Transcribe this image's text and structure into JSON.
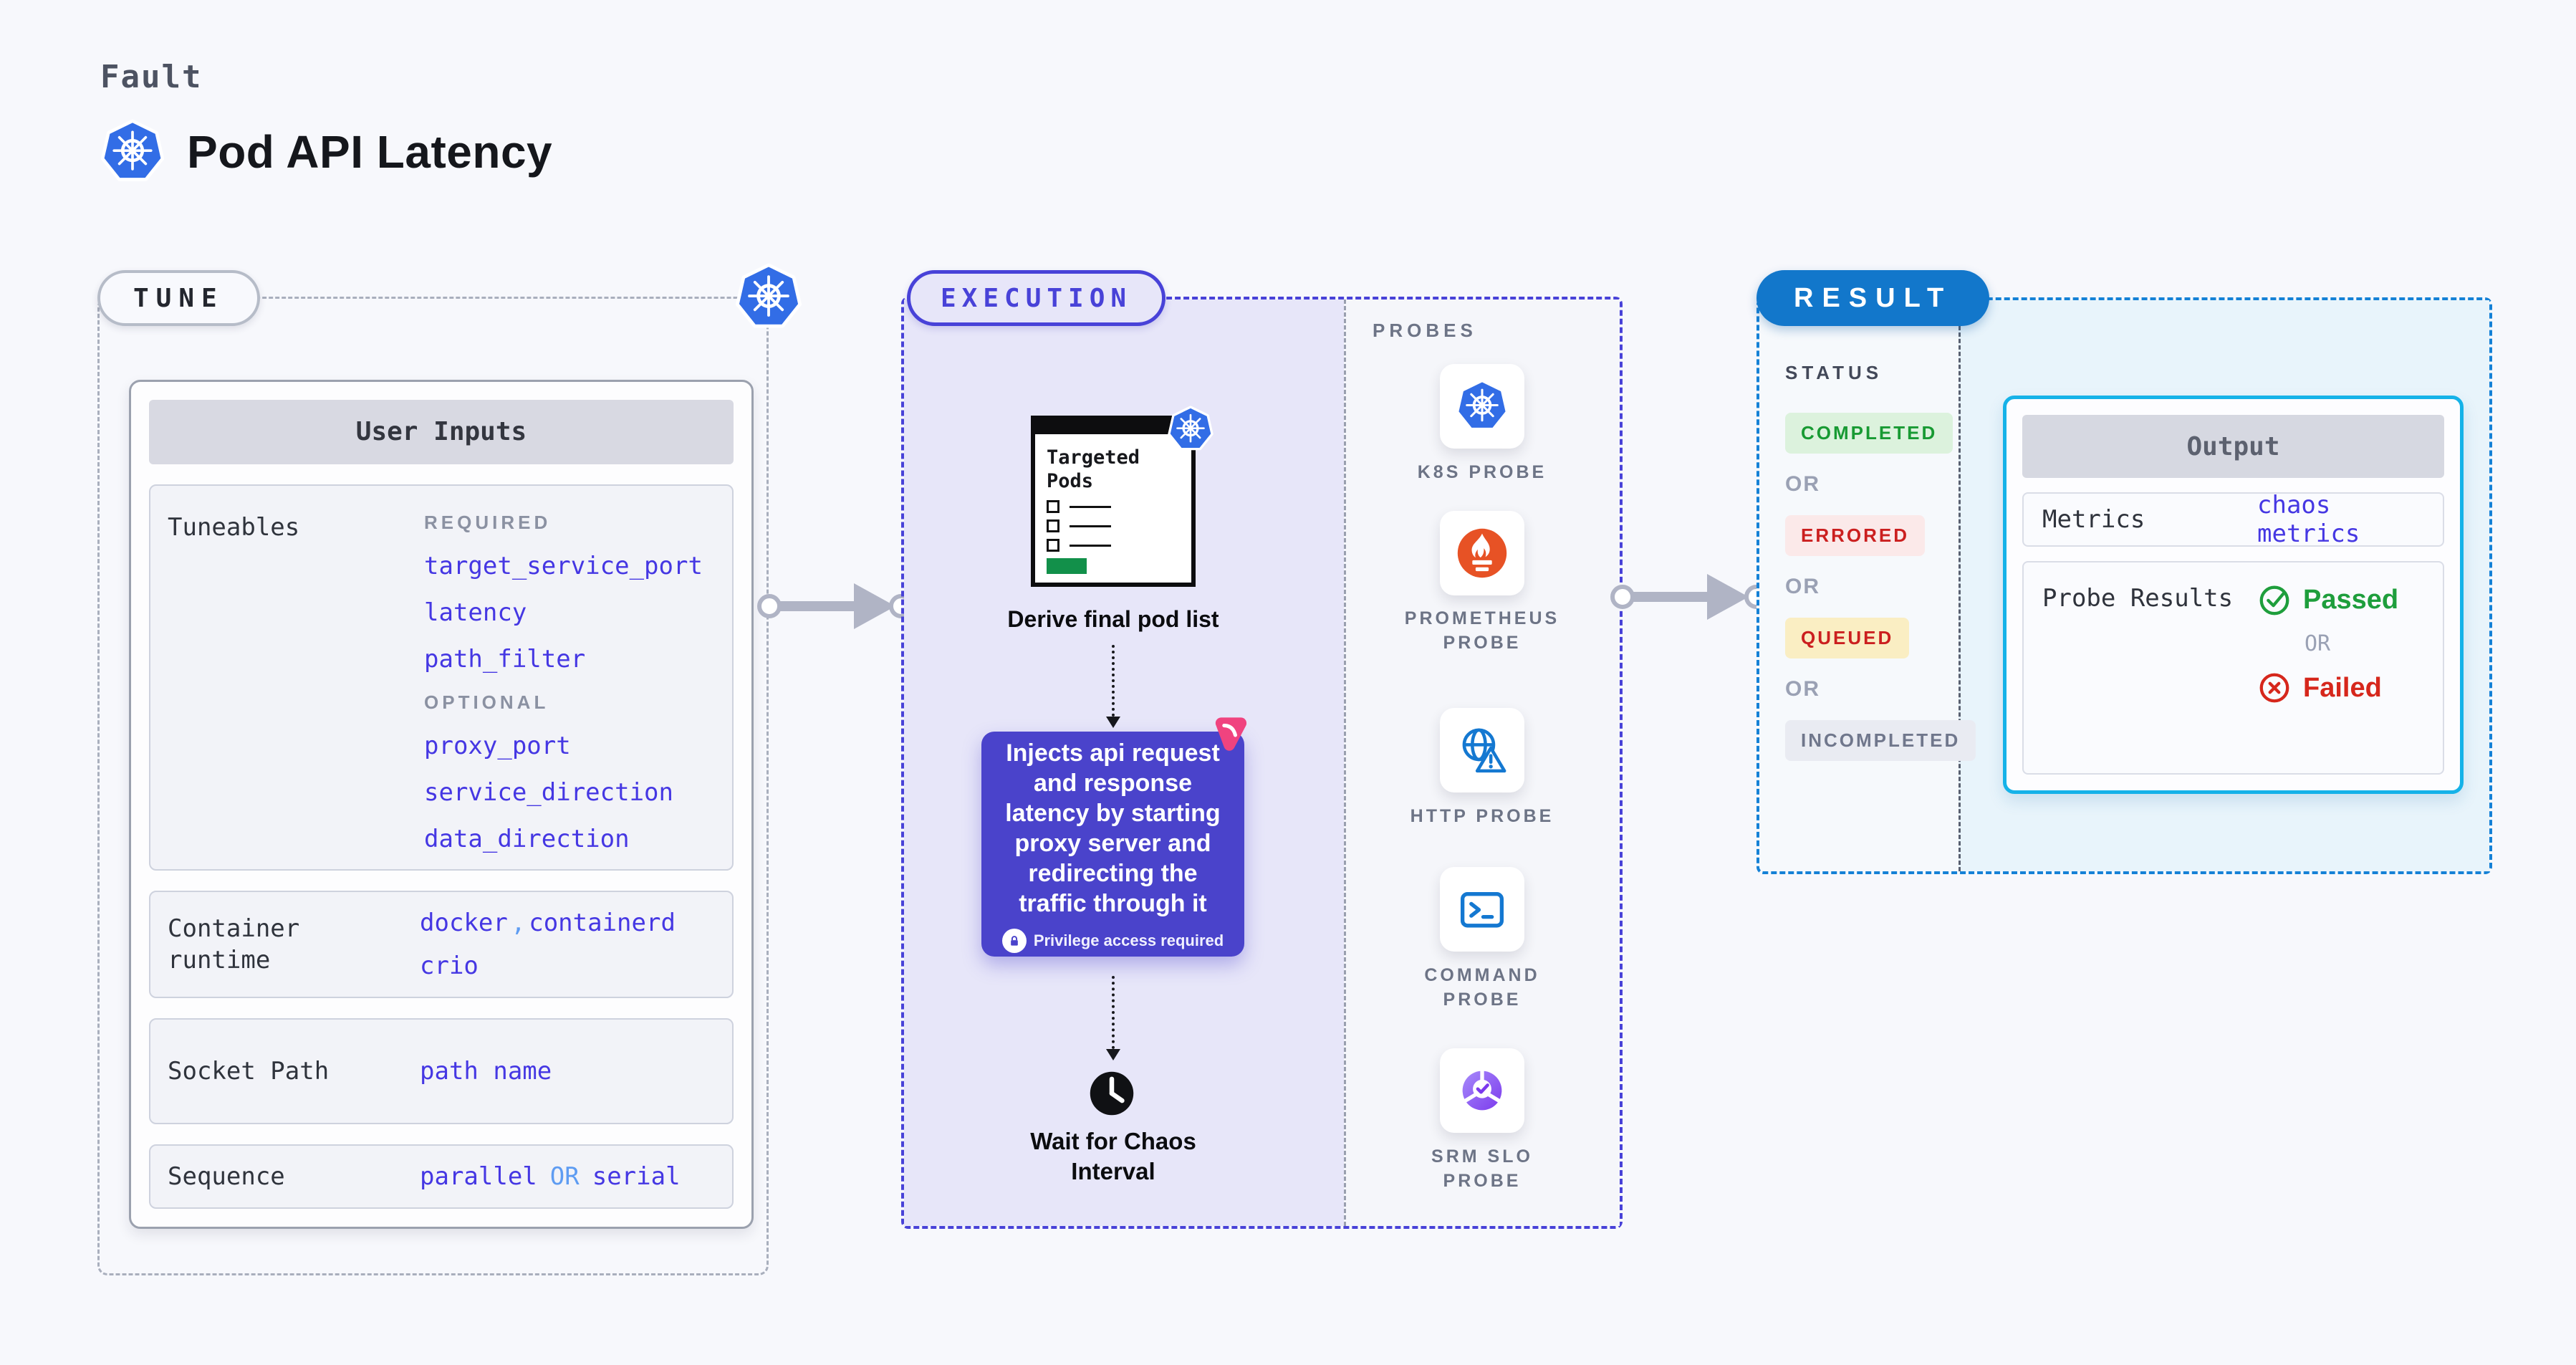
{
  "header": {
    "eyebrow": "Fault",
    "title": "Pod API Latency",
    "icon": "kubernetes-icon"
  },
  "tune": {
    "label": "TUNE",
    "user_inputs": {
      "title": "User Inputs",
      "tuneables": {
        "label": "Tuneables",
        "required_heading": "REQUIRED",
        "required": [
          "target_service_port",
          "latency",
          "path_filter"
        ],
        "optional_heading": "OPTIONAL",
        "optional": [
          "proxy_port",
          "service_direction",
          "data_direction"
        ]
      },
      "container_runtime": {
        "label": "Container runtime",
        "value1": "docker",
        "separator": ",",
        "value2": "containerd",
        "value3": "crio"
      },
      "socket_path": {
        "label": "Socket Path",
        "value": "path name"
      },
      "sequence": {
        "label": "Sequence",
        "value_a": "parallel",
        "or": "OR",
        "value_b": "serial"
      }
    }
  },
  "execution": {
    "label": "EXECUTION",
    "pods_card": {
      "title": "Targeted Pods",
      "icon": "kubernetes-icon"
    },
    "derive_label": "Derive final pod list",
    "inject_note": {
      "text": "Injects api request and response latency by starting proxy server and redirecting the traffic through it",
      "privilege": "Privilege access required",
      "corner_icon": "litmus-chaos-icon",
      "lock_icon": "lock-icon"
    },
    "wait_label": "Wait for Chaos Interval",
    "clock_icon": "clock-icon",
    "probes": {
      "heading": "PROBES",
      "items": [
        {
          "name": "K8S PROBE",
          "icon": "kubernetes-icon"
        },
        {
          "name": "PROMETHEUS PROBE",
          "icon": "prometheus-icon"
        },
        {
          "name": "HTTP PROBE",
          "icon": "http-globe-warning-icon"
        },
        {
          "name": "COMMAND PROBE",
          "icon": "terminal-icon"
        },
        {
          "name": "SRM SLO PROBE",
          "icon": "slo-donut-check-icon"
        }
      ]
    }
  },
  "result": {
    "label": "RESULT",
    "status": {
      "heading": "STATUS",
      "or": "OR",
      "badges": [
        {
          "text": "COMPLETED",
          "color": "#189a33",
          "bg": "#dcf2dd"
        },
        {
          "text": "ERRORED",
          "color": "#cb1f1f",
          "bg": "#fbe9e9"
        },
        {
          "text": "QUEUED",
          "color": "#cb1f1f",
          "bg": "#faeec3"
        },
        {
          "text": "INCOMPLETED",
          "color": "#70778c",
          "bg": "#e9ebf2"
        }
      ]
    },
    "output": {
      "title": "Output",
      "metrics_label": "Metrics",
      "metrics_value": "chaos metrics",
      "probe_results_label": "Probe Results",
      "passed": "Passed",
      "or": "OR",
      "failed": "Failed",
      "passed_icon": "check-circle-icon",
      "failed_icon": "x-circle-icon"
    }
  },
  "colors": {
    "background": "#f7f8fc",
    "tune_dash": "#a9afbd",
    "execution_accent": "#4842d8",
    "execution_fill": "#e7e6f9",
    "inject_box": "#4a43cb",
    "result_pill": "#1277cb",
    "result_dash": "#1581d6",
    "output_border": "#15b2e8",
    "value_indigo": "#4537e3",
    "value_light_blue": "#5e9cf2",
    "passed_green": "#1e9e3c",
    "failed_red": "#d6271c",
    "arrow_gray": "#b0b4c5"
  }
}
